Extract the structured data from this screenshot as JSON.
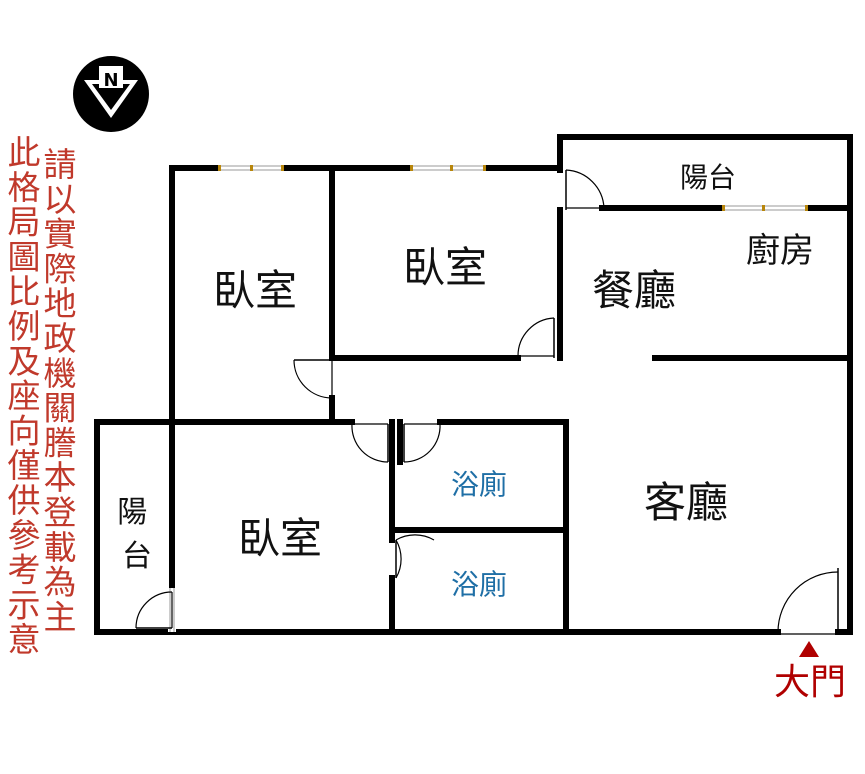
{
  "compass": {
    "letter": "N",
    "icon": "north-arrow-icon"
  },
  "notes": {
    "left_column": "此格局圖比例及座向僅供參考示意",
    "right_column": "請以實際地政機關謄本登載為主"
  },
  "rooms": {
    "bedroom_nw": "臥室",
    "bedroom_n": "臥室",
    "bedroom_sw": "臥室",
    "dining": "餐廳",
    "kitchen": "廚房",
    "balcony_ne": "陽台",
    "balcony_w": "陽台",
    "bath_1": "浴廁",
    "bath_2": "浴廁",
    "living": "客廳"
  },
  "entrance": {
    "label": "大門",
    "icon": "entrance-arrow-icon"
  },
  "colors": {
    "wall": "#000000",
    "note": "#c0392b",
    "bath_label": "#1f6fa6",
    "entrance": "#b00000"
  }
}
